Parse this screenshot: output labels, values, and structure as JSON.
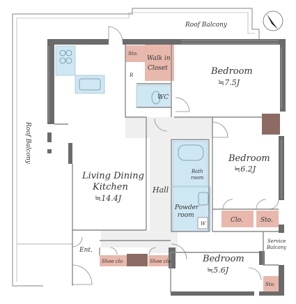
{
  "rooms": {
    "roof_balcony_top": "Roof Balcony",
    "roof_balcony_left": "Roof Balcony",
    "sto_top": "Sto.",
    "walk_in_closet_1": "Walk in",
    "walk_in_closet_2": "Closet",
    "refrigerator": "R",
    "wc": "WC",
    "bedroom1_name": "Bedroom",
    "bedroom1_size": "≒7.5J",
    "bedroom2_name": "Bedroom",
    "bedroom2_size": "≒6.2J",
    "bedroom3_name": "Bedroom",
    "bedroom3_size": "≒5.6J",
    "ldk_1": "Living Dining",
    "ldk_2": "Kitchen",
    "ldk_size": "≒14.4J",
    "hall": "Hall",
    "bathroom_1": "Bath",
    "bathroom_2": "room",
    "powder_1": "Powder",
    "powder_2": "room",
    "washer": "W",
    "clo": "Clo.",
    "sto_mid": "Sto.",
    "service_balcony_1": "Service",
    "service_balcony_2": "Balcony",
    "sto_bottom": "Sto.",
    "entrance": "Ent.",
    "shoe_clo_1": "Shoe clo",
    "shoe_clo_2": "Shoe clo"
  },
  "colors": {
    "wall": "#6b6b6b",
    "wall_accent": "#8c6b64",
    "storage": "#e8b8ad",
    "wet_area": "#cfe7f3",
    "hall_floor": "#efefef",
    "line": "#9a9a9a"
  },
  "icons": {
    "compass": "compass-north-arrow-icon"
  }
}
